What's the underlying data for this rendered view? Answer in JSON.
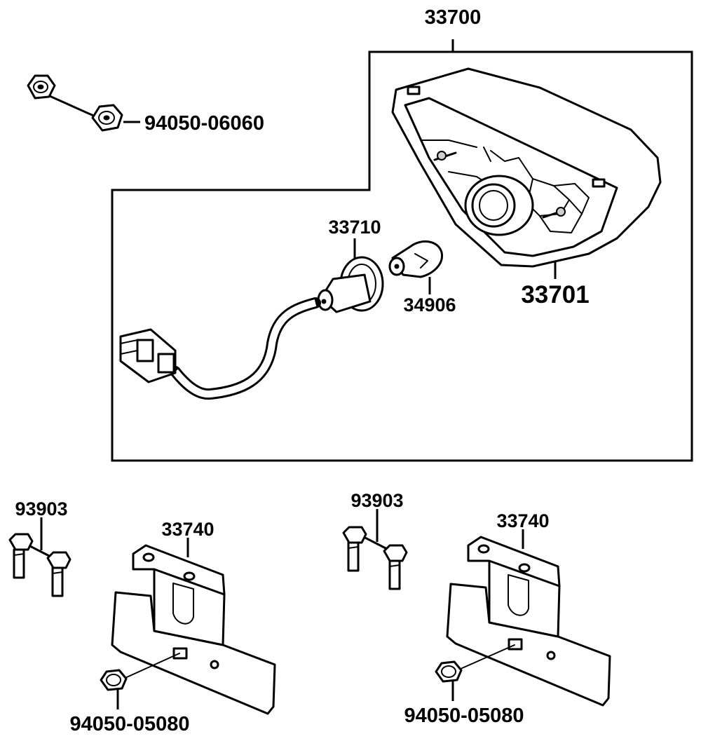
{
  "labels": {
    "assembly": "33700",
    "nut": "94050-06060",
    "socket": "33710",
    "bulb": "34906",
    "lens": "33701",
    "bolt_left": "93903",
    "bracket_left": "33740",
    "flange_nut_left": "94050-05080",
    "bolt_right": "93903",
    "bracket_right": "33740",
    "flange_nut_right": "94050-05080"
  }
}
